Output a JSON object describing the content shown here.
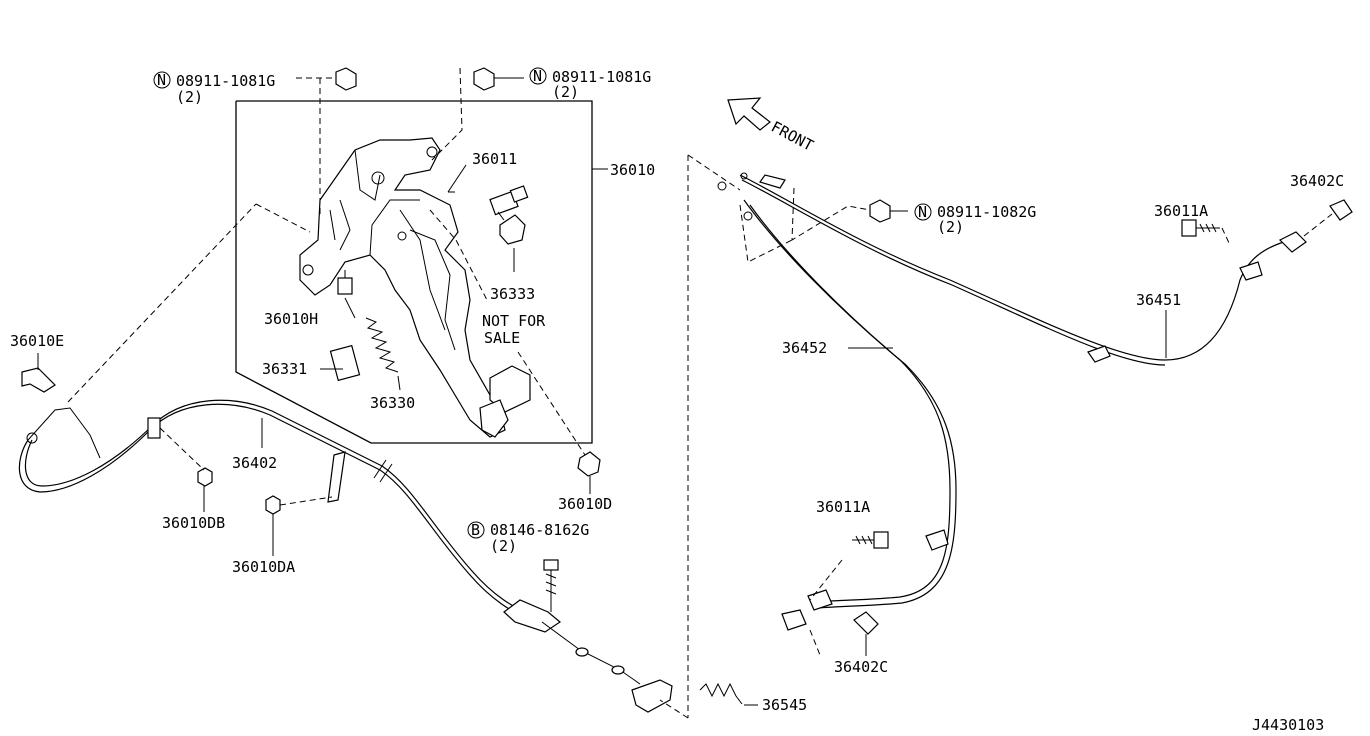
{
  "diagram_id": "J4430103",
  "front_label": "FRONT",
  "not_for_sale": [
    "NOT FOR",
    "SALE"
  ],
  "callouts": {
    "nut_tl": {
      "prefix": "N",
      "part": "08911-1081G",
      "qty": "(2)"
    },
    "nut_tc": {
      "prefix": "N",
      "part": "08911-1081G",
      "qty": "(2)"
    },
    "nut_r": {
      "prefix": "N",
      "part": "08911-1082G",
      "qty": "(2)"
    },
    "bolt_b": {
      "prefix": "B",
      "part": "08146-8162G",
      "qty": "(2)"
    }
  },
  "parts": {
    "p36010": "36010",
    "p36011": "36011",
    "p36333": "36333",
    "p36010H": "36010H",
    "p36331": "36331",
    "p36330": "36330",
    "p36010E": "36010E",
    "p36402": "36402",
    "p36010DB": "36010DB",
    "p36010DA": "36010DA",
    "p36010D": "36010D",
    "p36545": "36545",
    "p36452": "36452",
    "p36451": "36451",
    "p36011A_top": "36011A",
    "p36402C_top": "36402C",
    "p36011A_bot": "36011A",
    "p36402C_bot": "36402C"
  }
}
